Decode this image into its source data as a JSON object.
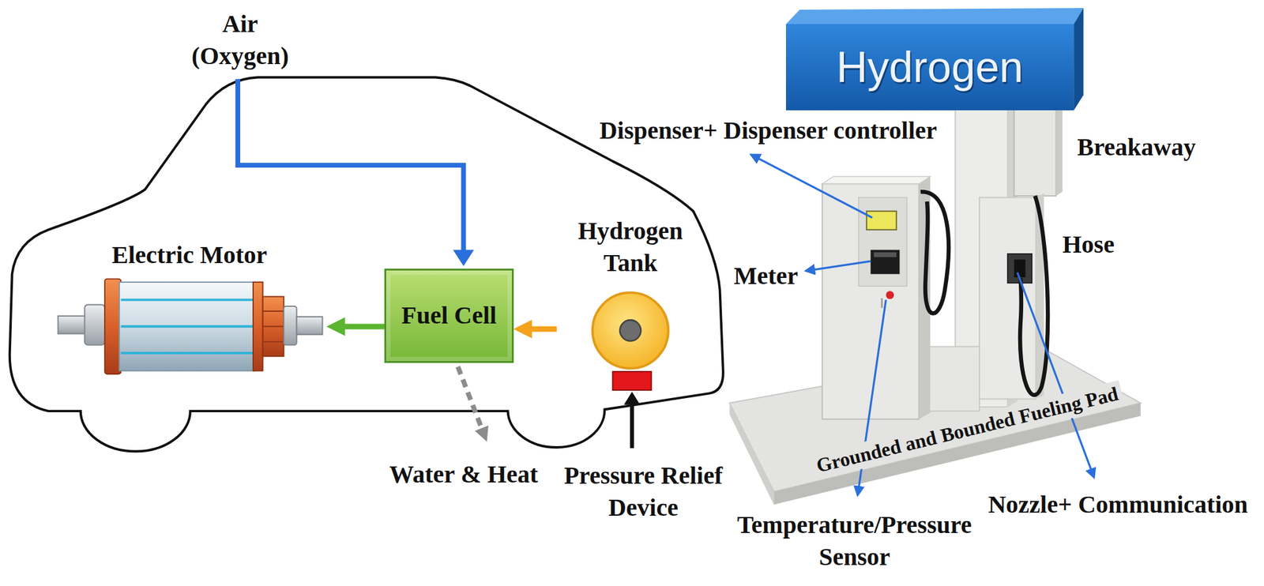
{
  "diagram": {
    "nodes": [
      {
        "text": [
          "Electric Motor"
        ]
      },
      {
        "text": [
          "Fuel Cell"
        ]
      },
      {
        "text": [
          "Hydrogen Tank"
        ]
      },
      {
        "text": [
          "Hydrogen"
        ]
      }
    ],
    "edges": [
      {
        "from": 2,
        "to": 1,
        "arrow": "to"
      },
      {
        "from": 1,
        "to": 0,
        "arrow": "to"
      }
    ],
    "labels": [
      "Air (Oxygen)",
      "Water & Heat",
      "Pressure Relief Device",
      "Dispenser+ Dispenser controller",
      "Breakaway",
      "Meter",
      "Hose",
      "Grounded and Bounded Fueling Pad",
      "Temperature/Pressure Sensor",
      "Nozzle+ Communication"
    ]
  }
}
